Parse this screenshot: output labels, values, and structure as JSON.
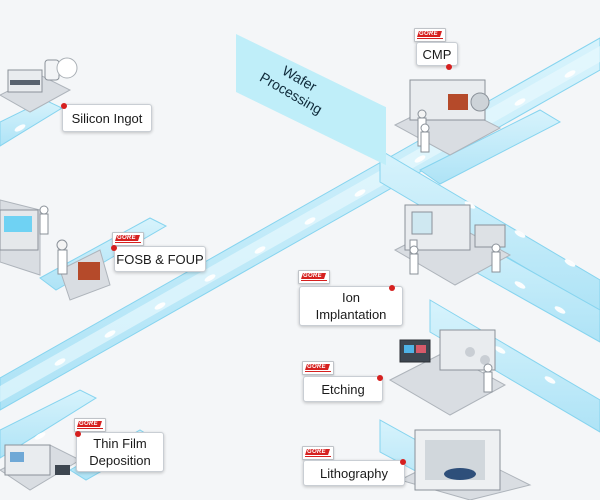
{
  "diagram": {
    "section_banner": "Wafer\nProcessing",
    "brand_badge_text": "GORE",
    "nodes": [
      {
        "id": "silicon-ingot",
        "label": "Silicon Ingot",
        "badge": false
      },
      {
        "id": "fosb-foup",
        "label": "FOSB & FOUP",
        "badge": true
      },
      {
        "id": "cmp",
        "label": "CMP",
        "badge": true
      },
      {
        "id": "ion-implantation",
        "label": "Ion\nImplantation",
        "badge": true
      },
      {
        "id": "etching",
        "label": "Etching",
        "badge": true
      },
      {
        "id": "thin-film-deposition",
        "label": "Thin Film\nDeposition",
        "badge": true
      },
      {
        "id": "lithography",
        "label": "Lithography",
        "badge": true
      }
    ]
  },
  "colors": {
    "track": "#bfeaf8",
    "track_edge": "#7fd3f0",
    "marker": "#ffffff",
    "accent_dot": "#d6201f",
    "platform": "#d9dde2",
    "platform_side": "#aeb4bb"
  }
}
